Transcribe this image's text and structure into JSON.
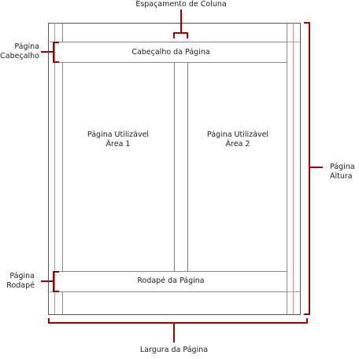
{
  "colors": {
    "page_border": "#555555",
    "header_footer_border": "#888888",
    "margin_guide": "#d98a8a",
    "bracket": "#a00000",
    "text": "#222222"
  },
  "labels": {
    "column_spacing": "Espaçamento de Coluna",
    "header_side": [
      "Página",
      "Cabeçalho"
    ],
    "footer_side": [
      "Página",
      "Rodapé"
    ],
    "height_side": [
      "Página",
      "Altura"
    ],
    "page_width": "Largura da Página",
    "header_title": "Cabeçalho da Página",
    "footer_title": "Rodapé da Página",
    "area1": [
      "Página Utilizável",
      "Área 1"
    ],
    "area2": [
      "Página Utilizável",
      "Área 2"
    ]
  }
}
